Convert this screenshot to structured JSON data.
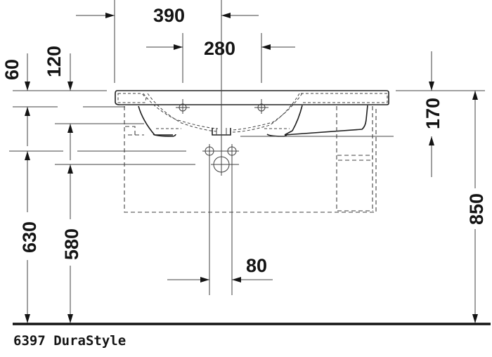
{
  "title": "6397 DuraStyle",
  "dimensions": {
    "top_width_390": "390",
    "tap_spacing_280": "280",
    "offset_60": "60",
    "offset_120": "120",
    "basin_depth_170": "170",
    "height_630": "630",
    "height_580": "580",
    "height_850": "850",
    "spacing_80": "80"
  },
  "colors": {
    "line": "#303030",
    "text": "#141414",
    "background": "#ffffff"
  }
}
